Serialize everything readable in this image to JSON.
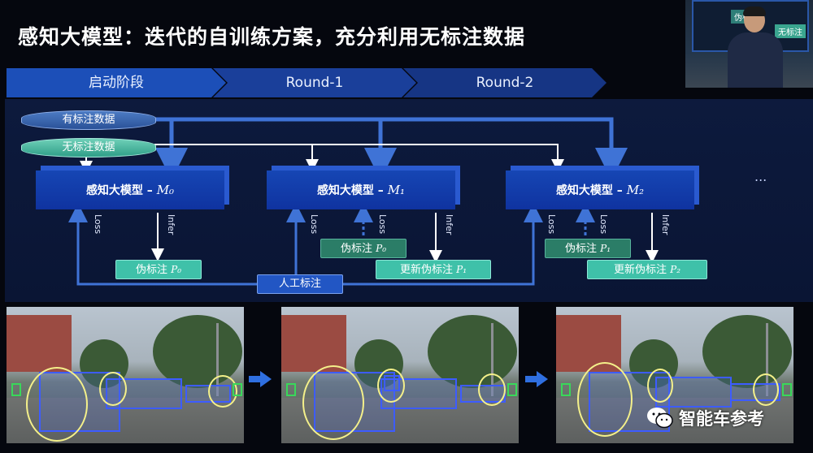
{
  "title": "感知大模型：迭代的自训练方案，充分利用无标注数据",
  "phases": [
    "启动阶段",
    "Round-1",
    "Round-2"
  ],
  "storage": {
    "labeled": "有标注数据",
    "unlabeled": "无标注数据"
  },
  "models": [
    {
      "label": "感知大模型 – ",
      "sub": "M₀"
    },
    {
      "label": "感知大模型 – ",
      "sub": "M₁"
    },
    {
      "label": "感知大模型 – ",
      "sub": "M₂"
    }
  ],
  "edge_labels": {
    "loss": "Loss",
    "infer": "Infer"
  },
  "tags": {
    "pseudo_p0_out": {
      "label": "伪标注 ",
      "sub": "P₀"
    },
    "pseudo_p0_in": {
      "label": "伪标注 ",
      "sub": "P₀"
    },
    "update_p1": {
      "label": "更新伪标注 ",
      "sub": "P₁"
    },
    "pseudo_p1_in": {
      "label": "伪标注 ",
      "sub": "P₁"
    },
    "update_p2": {
      "label": "更新伪标注 ",
      "sub": "P₂"
    },
    "manual": "人工标注"
  },
  "ellipsis": "...",
  "inset_tags": [
    "伪标注",
    "无标注"
  ],
  "watermark": "智能车参考",
  "colors": {
    "phase_dark": "#1c4fb8",
    "phase_mid": "#1a3f9a",
    "phase_light": "#163584",
    "line": "#3f73d6",
    "line_white": "#ffffff",
    "bbox": "#3d5cff",
    "highlight": "#f4f08a"
  },
  "icons": [
    "arrow-down-icon",
    "arrow-right-icon",
    "dashed-arrow-up-icon",
    "wechat-logo-icon"
  ]
}
